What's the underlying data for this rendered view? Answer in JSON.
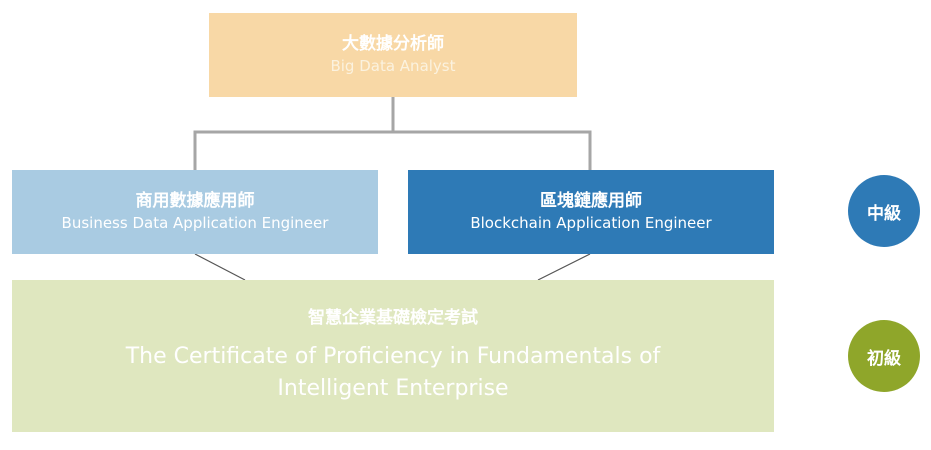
{
  "top": {
    "zh": "大數據分析師",
    "en": "Big Data Analyst"
  },
  "business": {
    "zh": "商用數據應用師",
    "en": "Business Data Application Engineer"
  },
  "blockchain": {
    "zh": "區塊鏈應用師",
    "en": "Blockchain Application Engineer"
  },
  "foundation": {
    "zh": "智慧企業基礎檢定考試",
    "en": "The Certificate of Proficiency in Fundamentals of Intelligent Enterprise"
  },
  "levels": {
    "intermediate": "中級",
    "basic": "初級"
  },
  "colors": {
    "top_box": "#f8d8a6",
    "business_box": "#a9cbe2",
    "blockchain_box": "#2e7ab6",
    "foundation_box": "#dfe7bf",
    "intermediate_badge": "#2e7ab6",
    "basic_badge": "#8fa62a",
    "connector": "#999999"
  }
}
